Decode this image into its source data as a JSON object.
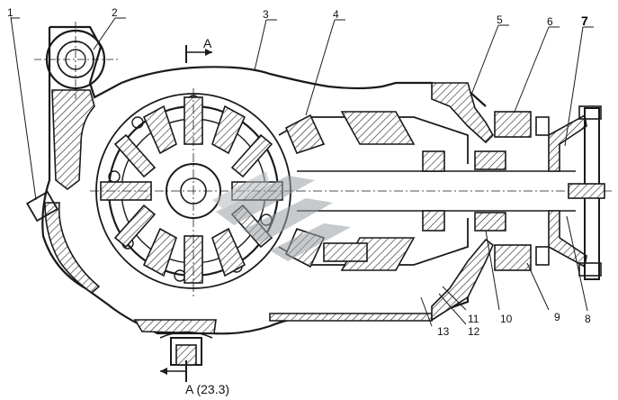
{
  "callouts": [
    {
      "id": "1",
      "text": "1"
    },
    {
      "id": "2",
      "text": "2"
    },
    {
      "id": "3",
      "text": "3"
    },
    {
      "id": "4",
      "text": "4"
    },
    {
      "id": "5",
      "text": "5"
    },
    {
      "id": "6",
      "text": "6"
    },
    {
      "id": "7",
      "text": "7"
    },
    {
      "id": "8",
      "text": "8"
    },
    {
      "id": "9",
      "text": "9"
    },
    {
      "id": "10",
      "text": "10"
    },
    {
      "id": "11",
      "text": "11"
    },
    {
      "id": "12",
      "text": "12"
    },
    {
      "id": "13",
      "text": "13"
    }
  ],
  "section": {
    "top_label": "A",
    "bottom_label": "A (23.3)"
  },
  "colors": {
    "line": "#1a1a1a",
    "watermark": "#9aa0a6"
  },
  "watermark": {
    "icon": "stylized-wings-logo-icon"
  }
}
